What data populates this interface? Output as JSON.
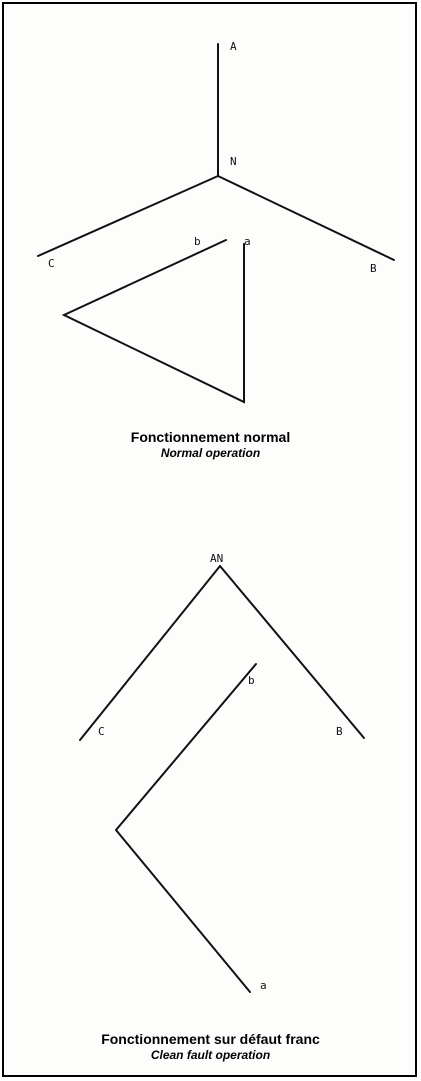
{
  "normal_diagram": {
    "labels": {
      "A": "A",
      "N": "N",
      "B": "B",
      "C": "C",
      "a": "a",
      "b": "b"
    },
    "caption": {
      "title": "Fonctionnement normal",
      "subtitle": "Normal operation"
    }
  },
  "fault_diagram": {
    "labels": {
      "AN": "AN",
      "B": "B",
      "C": "C",
      "a": "a",
      "b": "b"
    },
    "caption": {
      "title": "Fonctionnement sur défaut franc",
      "subtitle": "Clean fault operation"
    }
  },
  "colors": {
    "line": "#111111",
    "frame": "#000000",
    "background": "#fdfdfc"
  }
}
